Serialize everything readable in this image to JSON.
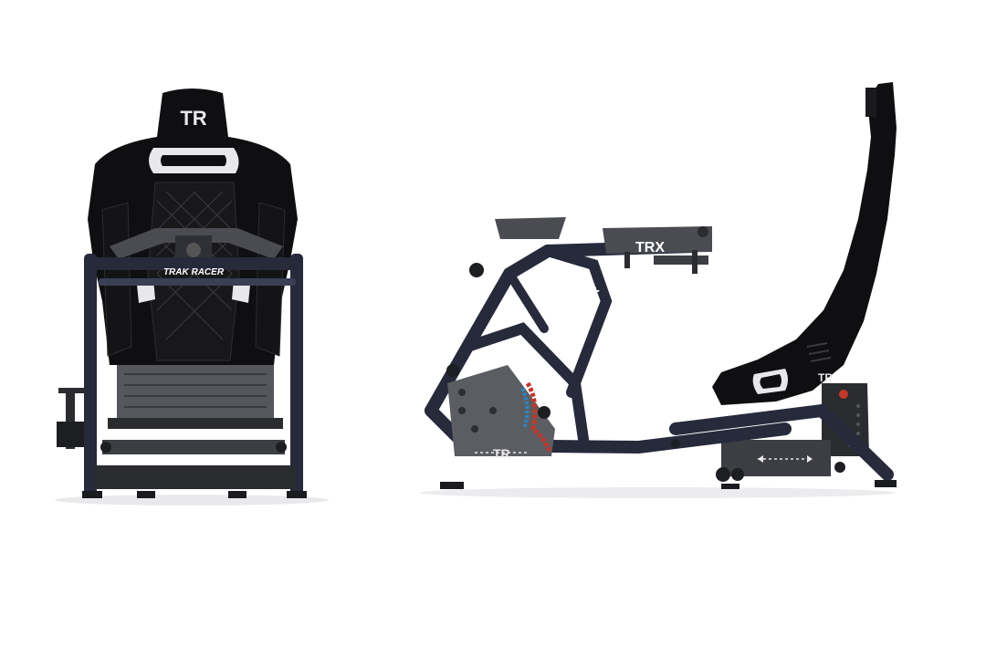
{
  "product": {
    "brand_text": "TRAK RACER",
    "seat_logo": "TR",
    "frame_logo": "TRX",
    "tag_logo": "TR"
  },
  "colors": {
    "background": "#ffffff",
    "frame": "#262a3b",
    "frame_highlight": "#3a3f55",
    "upholstery": "#0f0f11",
    "stitching": "#3b3b40",
    "metal_plate": "#55575c",
    "metal_dark": "#2b2c30",
    "accent_red": "#c0392b",
    "accent_blue": "#2e86c1",
    "accent_white": "#e8e8ea"
  },
  "views": [
    {
      "name": "front-view"
    },
    {
      "name": "side-view"
    }
  ]
}
